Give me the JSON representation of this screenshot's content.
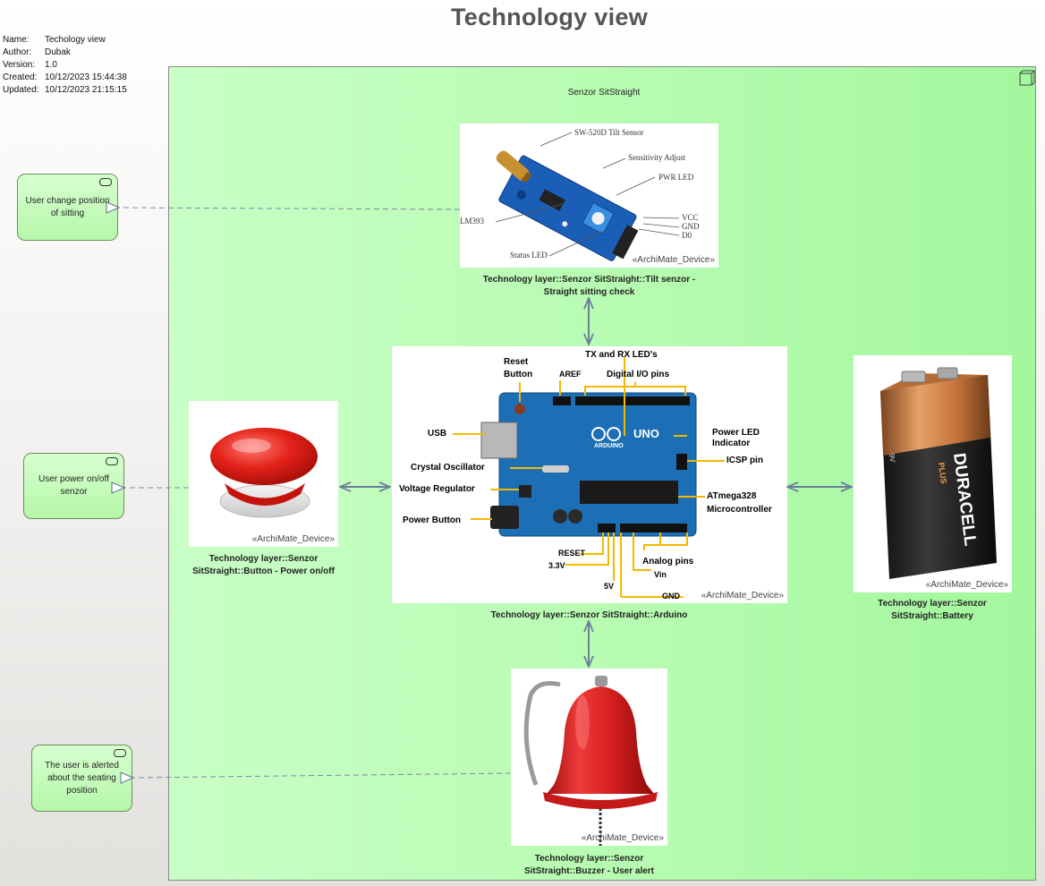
{
  "diagram": {
    "title": "Technology view",
    "meta": [
      {
        "key": "Name:",
        "value": "Techology view"
      },
      {
        "key": "Author:",
        "value": "Dubak"
      },
      {
        "key": "Version:",
        "value": "1.0"
      },
      {
        "key": "Created:",
        "value": "10/12/2023 15:44:38"
      },
      {
        "key": "Updated:",
        "value": "10/12/2023 21:15:15"
      }
    ],
    "node": {
      "label": "Senzor SitStraight"
    },
    "stereotype": "«ArchiMate_Device»",
    "devices": {
      "tilt": {
        "caption": "Technology layer::Senzor SitStraight::Tilt senzor - Straight sitting check",
        "labels": {
          "sensor": "SW-520D Tilt Sensor",
          "sensitivity": "Sensitivity Adjust",
          "pwr": "PWR LED",
          "lm": "LM393",
          "vcc": "VCC",
          "gnd": "GND",
          "d0": "D0",
          "status": "Status LED"
        }
      },
      "arduino": {
        "caption": "Technology layer::Senzor SitStraight::Arduino",
        "labels": {
          "txrx": "TX and RX LED's",
          "reset": "Reset",
          "reset2": "Button",
          "aref": "AREF",
          "digital": "Digital I/O pins",
          "usb": "USB",
          "power_led": "Power LED",
          "power_led2": "Indicator",
          "crystal": "Crystal Oscillator",
          "icsp": "ICSP pin",
          "voltage": "Voltage Regulator",
          "atmega": "ATmega328",
          "atmega2": "Microcontroller",
          "power_button": "Power Button",
          "reset_pin": "RESET",
          "v33": "3.3V",
          "analog": "Analog pins",
          "vin": "Vin",
          "v5": "5V",
          "gnd": "GND",
          "board_uno": "UNO",
          "board_arduino": "ARDUINO"
        }
      },
      "button": {
        "caption": "Technology layer::Senzor SitStraight::Button - Power on/off"
      },
      "battery": {
        "caption": "Technology layer::Senzor SitStraight::Battery",
        "brand": "DURACELL",
        "plus": "PLUS",
        "volt": "9V"
      },
      "buzzer": {
        "caption": "Technology layer::Senzor SitStraight::Buzzer - User alert"
      }
    },
    "events": [
      {
        "label": "User change position of sitting"
      },
      {
        "label": "User power on/off senzor"
      },
      {
        "label": "The user is alerted about the seating position"
      }
    ]
  }
}
